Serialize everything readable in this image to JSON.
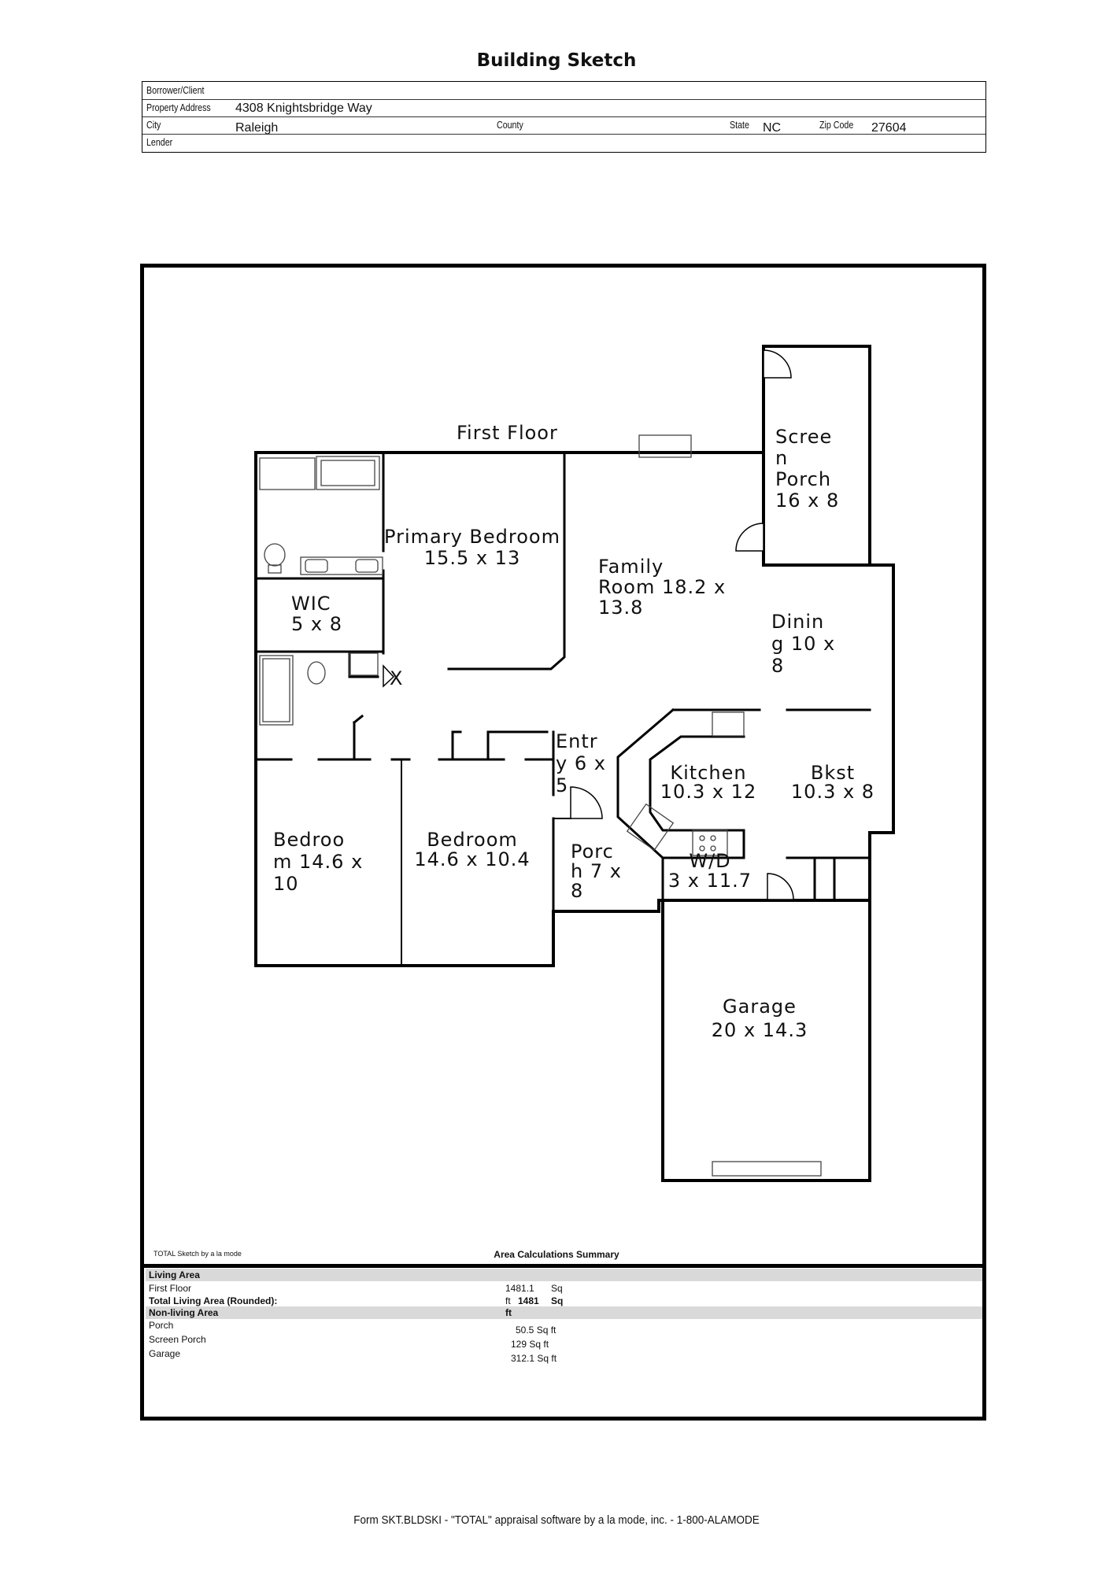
{
  "page": {
    "title": "Building Sketch"
  },
  "header": {
    "borrower_label": "Borrower/Client",
    "borrower_value": "",
    "address_label": "Property Address",
    "address_value": "4308 Knightsbridge Way",
    "city_label": "City",
    "city_value": "Raleigh",
    "county_label": "County",
    "county_value": "",
    "state_label": "State",
    "state_value": "NC",
    "zip_label": "Zip Code",
    "zip_value": "27604",
    "lender_label": "Lender",
    "lender_value": ""
  },
  "sketch": {
    "floor_label": "First Floor",
    "rooms": [
      {
        "name": "screen-porch",
        "lines": [
          "Scree",
          "n",
          "Porch",
          "16 x 8"
        ]
      },
      {
        "name": "primary-bedroom",
        "lines": [
          "Primary Bedroom",
          "15.5 x 13"
        ]
      },
      {
        "name": "family-room",
        "lines": [
          "Family",
          "Room  18.2  x",
          "13.8"
        ]
      },
      {
        "name": "wic",
        "lines": [
          "WIC",
          "5 x 8"
        ]
      },
      {
        "name": "dining",
        "lines": [
          "Dinin",
          "g  10  x",
          "8"
        ]
      },
      {
        "name": "entry",
        "lines": [
          "Entr",
          "y  6  x",
          "5"
        ]
      },
      {
        "name": "kitchen",
        "lines": [
          "Kitchen",
          "10.3 x 12"
        ]
      },
      {
        "name": "bkst",
        "lines": [
          "Bkst",
          "10.3 x 8"
        ]
      },
      {
        "name": "bedroom-1",
        "lines": [
          "Bedroo",
          "m  14.6  x",
          "10"
        ]
      },
      {
        "name": "bedroom-2",
        "lines": [
          "Bedroom",
          "14.6 x 10.4"
        ]
      },
      {
        "name": "porch",
        "lines": [
          "Porc",
          "h  7  x",
          "8"
        ]
      },
      {
        "name": "wd",
        "lines": [
          "W/D",
          "3 x 11.7"
        ]
      },
      {
        "name": "garage",
        "lines": [
          "Garage",
          "20 x 14.3"
        ]
      }
    ],
    "closet_mark": "X"
  },
  "summary": {
    "software_note": "TOTAL Sketch by a la mode",
    "title": "Area Calculations Summary",
    "living_header": "Living Area",
    "first_floor_label": "First Floor",
    "first_floor_value": "1481.1",
    "first_floor_unit_a": "Sq",
    "first_floor_unit_b": "ft",
    "total_label": "Total Living Area (Rounded):",
    "total_value": "1481",
    "total_unit_a": "Sq",
    "total_unit_b": "ft",
    "nonliving_header": "Non-living Area",
    "items": [
      {
        "label": "Porch",
        "value": "50.5 Sq ft"
      },
      {
        "label": "Screen Porch",
        "value": "129 Sq ft"
      },
      {
        "label": "Garage",
        "value": "312.1 Sq ft"
      }
    ]
  },
  "footer": {
    "text": "Form SKT.BLDSKI - \"TOTAL\" appraisal software by a la mode, inc. - 1-800-ALAMODE"
  }
}
